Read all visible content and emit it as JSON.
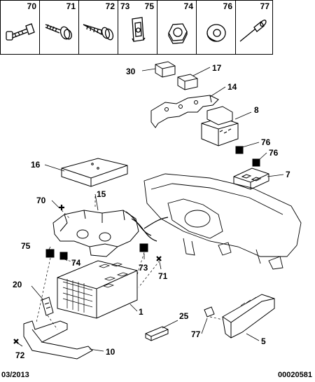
{
  "hardware_bar": {
    "items": [
      {
        "num": "70",
        "icon": "bolt-with-clip-icon"
      },
      {
        "num": "71",
        "icon": "flange-screw-icon"
      },
      {
        "num": "72",
        "icon": "self-tapping-screw-icon"
      },
      {
        "num": "73",
        "icon": "clip-nut-icon"
      },
      {
        "num": "75",
        "icon": "clip-nut-icon"
      },
      {
        "num": "74",
        "icon": "hex-nut-icon"
      },
      {
        "num": "76",
        "icon": "washer-icon"
      },
      {
        "num": "77",
        "icon": "rivet-icon"
      }
    ]
  },
  "callouts": {
    "c30": "30",
    "c17": "17",
    "c14": "14",
    "c8": "8",
    "c76a": "76",
    "c76b": "76",
    "c7": "7",
    "c16": "16",
    "c15": "15",
    "c70": "70",
    "c75": "75",
    "c74": "74",
    "c73": "73",
    "c71": "71",
    "c20": "20",
    "c1": "1",
    "c25": "25",
    "c77": "77",
    "c5": "5",
    "c72": "72",
    "c10": "10"
  },
  "footer": {
    "date": "03/2013",
    "ref": "00020581"
  }
}
